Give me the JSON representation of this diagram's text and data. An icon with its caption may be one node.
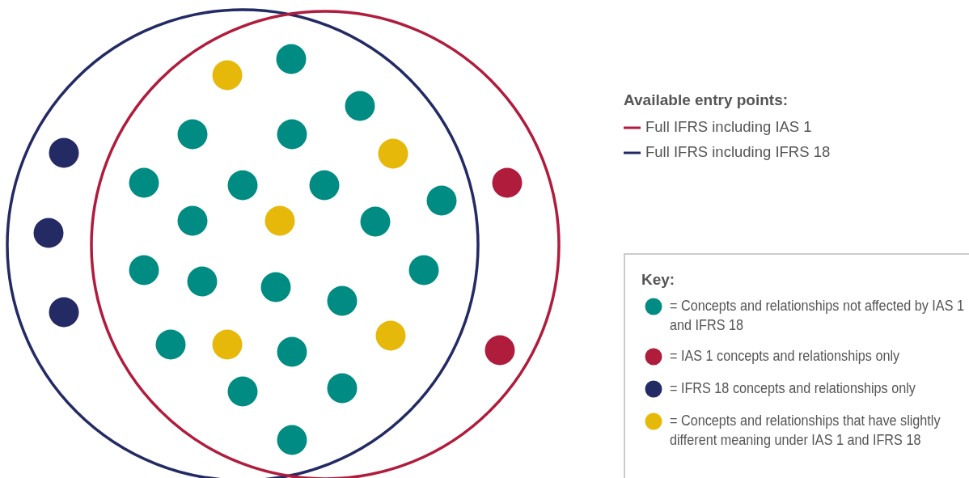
{
  "diagram": {
    "labels": [
      "Available entry points:",
      "Key:"
    ],
    "legend": [
      {
        "text": "Full IFRS including IAS 1"
      },
      {
        "text": "Full IFRS including IFRS 18"
      },
      {
        "text": "= Concepts and relationships not affected by IAS 1 and IFRS 18",
        "color": "#008c82"
      },
      {
        "text": "= IAS 1 concepts and relationships only",
        "color": "#b01c3c"
      },
      {
        "text": "= IFRS 18 concepts and relationships only",
        "color": "#232a64"
      },
      {
        "text": "= Concepts and relationships that have slightly different meaning under IAS 1 and IFRS 18",
        "color": "#e6b80a"
      }
    ]
  }
}
